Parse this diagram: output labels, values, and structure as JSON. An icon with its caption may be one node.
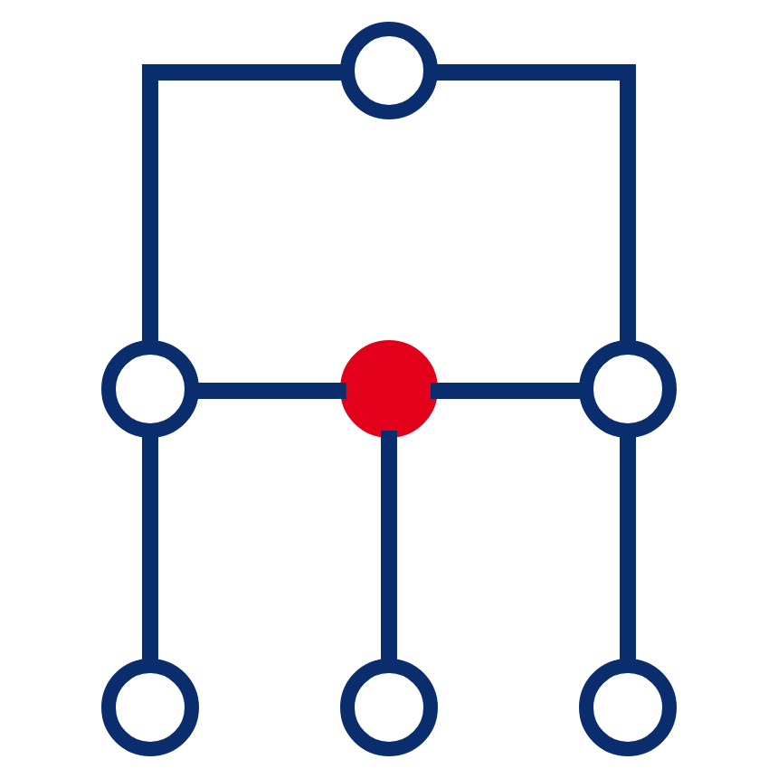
{
  "diagram": {
    "nodes": [
      {
        "text": [],
        "shape": "circle"
      },
      {
        "text": [],
        "shape": "circle"
      },
      {
        "text": [],
        "shape": "circle"
      },
      {
        "text": [],
        "shape": "circle"
      },
      {
        "text": [],
        "shape": "circle"
      },
      {
        "text": [],
        "shape": "circle"
      },
      {
        "text": [],
        "shape": "circle"
      }
    ],
    "edges": [
      {
        "from": 0,
        "to": 1,
        "arrow": "none"
      },
      {
        "from": 0,
        "to": 3,
        "arrow": "none"
      },
      {
        "from": 1,
        "to": 2,
        "arrow": "none"
      },
      {
        "from": 2,
        "to": 3,
        "arrow": "none"
      },
      {
        "from": 1,
        "to": 4,
        "arrow": "none"
      },
      {
        "from": 2,
        "to": 5,
        "arrow": "none"
      },
      {
        "from": 3,
        "to": 6,
        "arrow": "none"
      }
    ]
  }
}
